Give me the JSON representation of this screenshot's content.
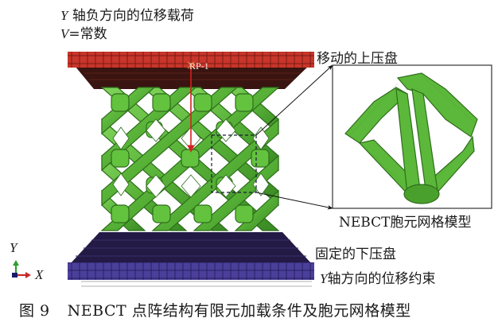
{
  "annotations": {
    "load_line1_axis": "Y",
    "load_line1_text": " 轴负方向的位移载荷",
    "load_line2_axis": "V",
    "load_line2_text": "=常数",
    "upper_plate": "移动的上压盘",
    "reference_point": "RP-1",
    "unit_cell_model": "NEBCT胞元网格模型",
    "lower_plate": "固定的下压盘",
    "constraint_axis": "Y",
    "constraint_text": "轴方向的位移约束"
  },
  "axes_triad": {
    "y_label": "Y",
    "x_label": "X"
  },
  "caption": {
    "figure_number": "图 9",
    "text": "NEBCT 点阵结构有限元加载条件及胞元网格模型"
  },
  "colors": {
    "upper_plate": "#c8352a",
    "upper_plate_dark": "#3a1410",
    "lattice_green": "#5cb83a",
    "lattice_dark": "#2e6e1c",
    "lower_plate": "#4a3f9a",
    "lower_plate_dark": "#231a45",
    "load_arrow": "#d42020"
  }
}
